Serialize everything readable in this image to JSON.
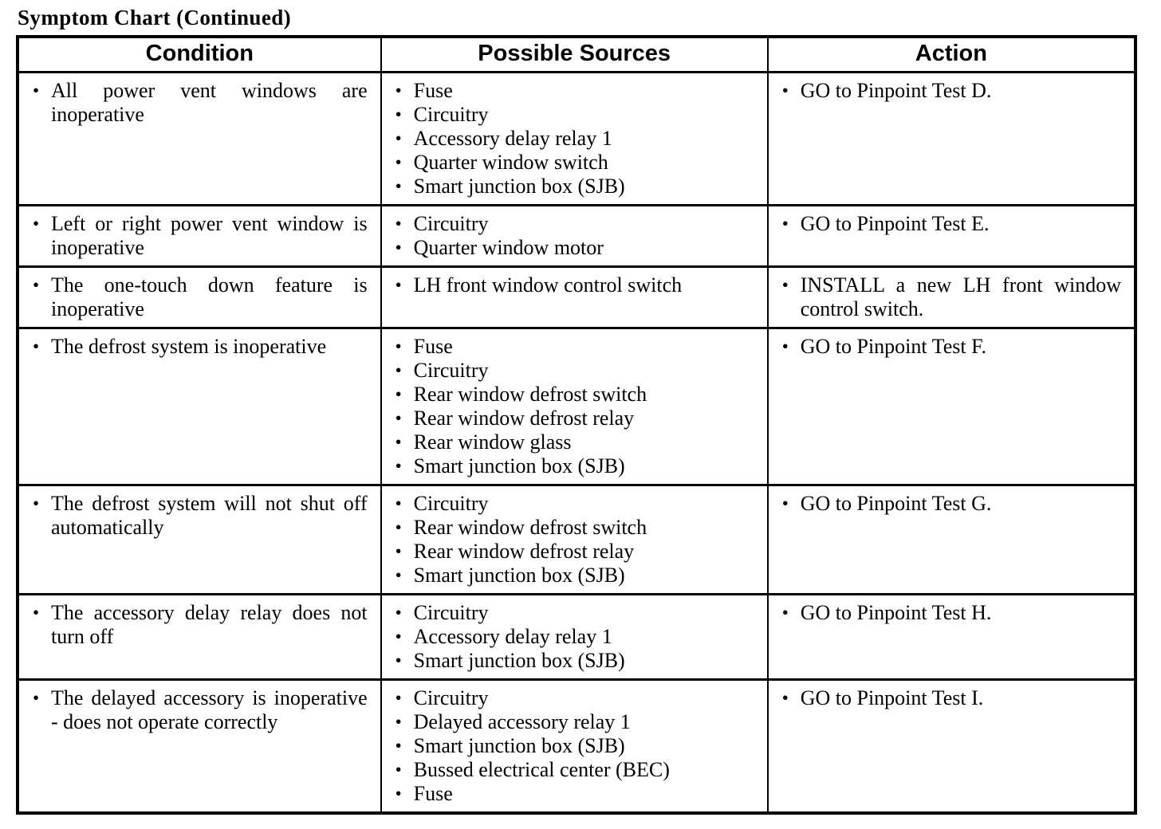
{
  "title": "Symptom Chart (Continued)",
  "bullet_glyph": "•",
  "colors": {
    "text": "#000000",
    "border": "#000000",
    "background": "#ffffff"
  },
  "table": {
    "headers": [
      "Condition",
      "Possible Sources",
      "Action"
    ],
    "rows": [
      {
        "condition": [
          "All power vent windows are inoperative"
        ],
        "sources": [
          "Fuse",
          "Circuitry",
          "Accessory delay relay 1",
          "Quarter window switch",
          "Smart junction box (SJB)"
        ],
        "action": [
          "GO to Pinpoint Test D."
        ]
      },
      {
        "condition": [
          "Left or right power vent window is inoperative"
        ],
        "sources": [
          "Circuitry",
          "Quarter window motor"
        ],
        "action": [
          "GO to Pinpoint Test E."
        ]
      },
      {
        "condition": [
          "The one-touch down feature is inoperative"
        ],
        "sources": [
          "LH front window control switch"
        ],
        "action": [
          "INSTALL a new LH front window control switch."
        ]
      },
      {
        "condition": [
          "The defrost system is inoperative"
        ],
        "sources": [
          "Fuse",
          "Circuitry",
          "Rear window defrost switch",
          "Rear window defrost relay",
          "Rear window glass",
          "Smart junction box (SJB)"
        ],
        "action": [
          "GO to Pinpoint Test F."
        ]
      },
      {
        "condition": [
          "The defrost system will not shut off automatically"
        ],
        "sources": [
          "Circuitry",
          "Rear window defrost switch",
          "Rear window defrost relay",
          "Smart junction box (SJB)"
        ],
        "action": [
          "GO to Pinpoint Test G."
        ]
      },
      {
        "condition": [
          "The accessory delay relay does not turn off"
        ],
        "sources": [
          "Circuitry",
          "Accessory delay relay 1",
          "Smart junction box (SJB)"
        ],
        "action": [
          "GO to Pinpoint Test H."
        ]
      },
      {
        "condition": [
          "The delayed accessory is inoperative - does not operate correctly"
        ],
        "sources": [
          "Circuitry",
          "Delayed accessory relay 1",
          "Smart junction box (SJB)",
          "Bussed electrical center (BEC)",
          "Fuse"
        ],
        "action": [
          "GO to Pinpoint Test I."
        ]
      }
    ]
  }
}
